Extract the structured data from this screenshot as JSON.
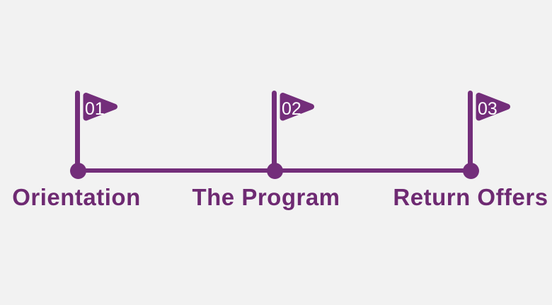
{
  "colors": {
    "background": "#f2f2f2",
    "accent": "#732e7a",
    "label_text": "#6e2a72",
    "flag_number": "#ffffff"
  },
  "timeline": {
    "milestones": [
      {
        "number": "01",
        "label": "Orientation"
      },
      {
        "number": "02",
        "label": "The Program"
      },
      {
        "number": "03",
        "label": "Return Offers"
      }
    ]
  }
}
